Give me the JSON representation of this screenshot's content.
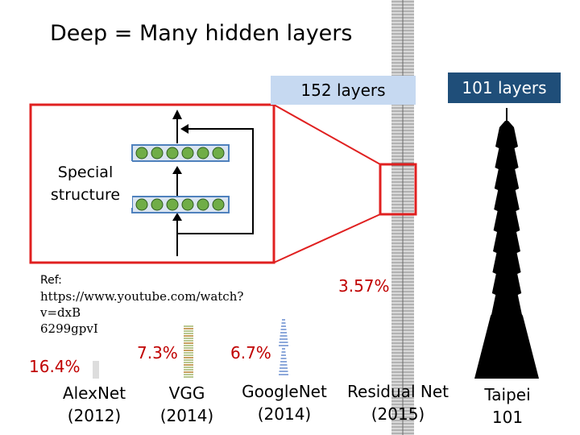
{
  "title": "Deep = Many hidden layers",
  "labels": {
    "resnet_layers": "152 layers",
    "taipei_layers": "101 layers",
    "special_line1": "Special",
    "special_line2": "structure"
  },
  "reference": {
    "heading": "Ref:",
    "line1": "https://www.youtube.com/watch?v=dxB",
    "line2": "6299gpvI"
  },
  "models": [
    {
      "name": "AlexNet",
      "year": "(2012)",
      "error": "16.4%"
    },
    {
      "name": "VGG",
      "year": "(2014)",
      "error": "7.3%"
    },
    {
      "name": "GoogleNet",
      "year": "(2014)",
      "error": "6.7%"
    },
    {
      "name": "Residual Net",
      "year": "(2015)",
      "error": "3.57%"
    },
    {
      "name": "Taipei",
      "year": "101",
      "error": ""
    }
  ],
  "colors": {
    "highlight": "#e02020",
    "error_text": "#c00000",
    "neuron_fill": "#70ad47",
    "layer_bar": "#4f81bd",
    "taipei_label_bg": "#1f4e79",
    "resnet_label_bg": "#c6d9f1"
  },
  "icons": {
    "network_strip": "resnet-layer-strip",
    "tower": "taipei-101-tower"
  }
}
